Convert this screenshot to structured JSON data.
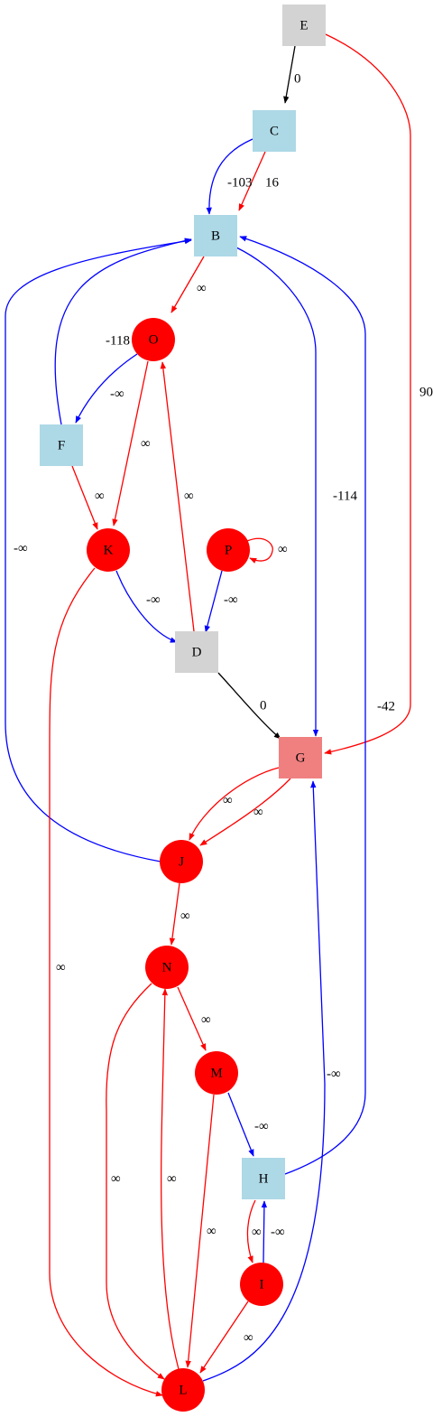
{
  "colors": {
    "red": "#ff0000",
    "blue": "#0000ff",
    "black": "#000000",
    "light_blue": "#add8e6",
    "light_gray": "#d3d3d3",
    "light_coral": "#f08080"
  },
  "nodes": [
    {
      "id": "E",
      "label": "E",
      "shape": "box",
      "fill": "light_gray"
    },
    {
      "id": "C",
      "label": "C",
      "shape": "box",
      "fill": "light_blue"
    },
    {
      "id": "B",
      "label": "B",
      "shape": "box",
      "fill": "light_blue"
    },
    {
      "id": "O",
      "label": "O",
      "shape": "circle",
      "fill": "red"
    },
    {
      "id": "F",
      "label": "F",
      "shape": "box",
      "fill": "light_blue"
    },
    {
      "id": "K",
      "label": "K",
      "shape": "circle",
      "fill": "red"
    },
    {
      "id": "P",
      "label": "P",
      "shape": "circle",
      "fill": "red"
    },
    {
      "id": "D",
      "label": "D",
      "shape": "box",
      "fill": "light_gray"
    },
    {
      "id": "G",
      "label": "G",
      "shape": "box",
      "fill": "light_coral"
    },
    {
      "id": "J",
      "label": "J",
      "shape": "circle",
      "fill": "red"
    },
    {
      "id": "N",
      "label": "N",
      "shape": "circle",
      "fill": "red"
    },
    {
      "id": "M",
      "label": "M",
      "shape": "circle",
      "fill": "red"
    },
    {
      "id": "H",
      "label": "H",
      "shape": "box",
      "fill": "light_blue"
    },
    {
      "id": "I",
      "label": "I",
      "shape": "circle",
      "fill": "red"
    },
    {
      "id": "L",
      "label": "L",
      "shape": "circle",
      "fill": "red"
    }
  ],
  "edges": [
    {
      "id": "E-C",
      "from": "E",
      "to": "C",
      "label": "0",
      "color": "black"
    },
    {
      "id": "E-G",
      "from": "E",
      "to": "G",
      "label": "90",
      "color": "red"
    },
    {
      "id": "C-B-1",
      "from": "C",
      "to": "B",
      "label": "-103",
      "color": "blue"
    },
    {
      "id": "C-B-2",
      "from": "C",
      "to": "B",
      "label": "16",
      "color": "red"
    },
    {
      "id": "B-O",
      "from": "B",
      "to": "O",
      "label": "∞",
      "color": "red"
    },
    {
      "id": "B-G",
      "from": "B",
      "to": "G",
      "label": "-114",
      "color": "blue"
    },
    {
      "id": "F-B",
      "from": "F",
      "to": "B",
      "label": "-118",
      "color": "blue"
    },
    {
      "id": "J-B",
      "from": "J",
      "to": "B",
      "label": "-∞",
      "color": "blue"
    },
    {
      "id": "H-B",
      "from": "H",
      "to": "B",
      "label": "-42",
      "color": "blue"
    },
    {
      "id": "O-F",
      "from": "O",
      "to": "F",
      "label": "-∞",
      "color": "blue"
    },
    {
      "id": "O-K",
      "from": "O",
      "to": "K",
      "label": "∞",
      "color": "red"
    },
    {
      "id": "D-O",
      "from": "D",
      "to": "O",
      "label": "∞",
      "color": "red"
    },
    {
      "id": "F-K",
      "from": "F",
      "to": "K",
      "label": "∞",
      "color": "red"
    },
    {
      "id": "P-P",
      "from": "P",
      "to": "P",
      "label": "∞",
      "color": "red"
    },
    {
      "id": "K-D",
      "from": "K",
      "to": "D",
      "label": "-∞",
      "color": "blue"
    },
    {
      "id": "P-D",
      "from": "P",
      "to": "D",
      "label": "-∞",
      "color": "blue"
    },
    {
      "id": "K-L",
      "from": "K",
      "to": "L",
      "label": "∞",
      "color": "red"
    },
    {
      "id": "D-G",
      "from": "D",
      "to": "G",
      "label": "0",
      "color": "black"
    },
    {
      "id": "G-J-1",
      "from": "G",
      "to": "J",
      "label": "∞",
      "color": "red"
    },
    {
      "id": "G-J-2",
      "from": "G",
      "to": "J",
      "label": "∞",
      "color": "red"
    },
    {
      "id": "J-N",
      "from": "J",
      "to": "N",
      "label": "∞",
      "color": "red"
    },
    {
      "id": "N-M",
      "from": "N",
      "to": "M",
      "label": "∞",
      "color": "red"
    },
    {
      "id": "N-L",
      "from": "N",
      "to": "L",
      "label": "∞",
      "color": "red"
    },
    {
      "id": "L-N",
      "from": "L",
      "to": "N",
      "label": "∞",
      "color": "red"
    },
    {
      "id": "M-H",
      "from": "M",
      "to": "H",
      "label": "-∞",
      "color": "blue"
    },
    {
      "id": "M-L",
      "from": "M",
      "to": "L",
      "label": "∞",
      "color": "red"
    },
    {
      "id": "H-I",
      "from": "H",
      "to": "I",
      "label": "∞",
      "color": "red"
    },
    {
      "id": "I-H",
      "from": "I",
      "to": "H",
      "label": "-∞",
      "color": "blue"
    },
    {
      "id": "I-L",
      "from": "I",
      "to": "L",
      "label": "∞",
      "color": "red"
    },
    {
      "id": "L-G",
      "from": "L",
      "to": "G",
      "label": "-∞",
      "color": "blue"
    }
  ]
}
